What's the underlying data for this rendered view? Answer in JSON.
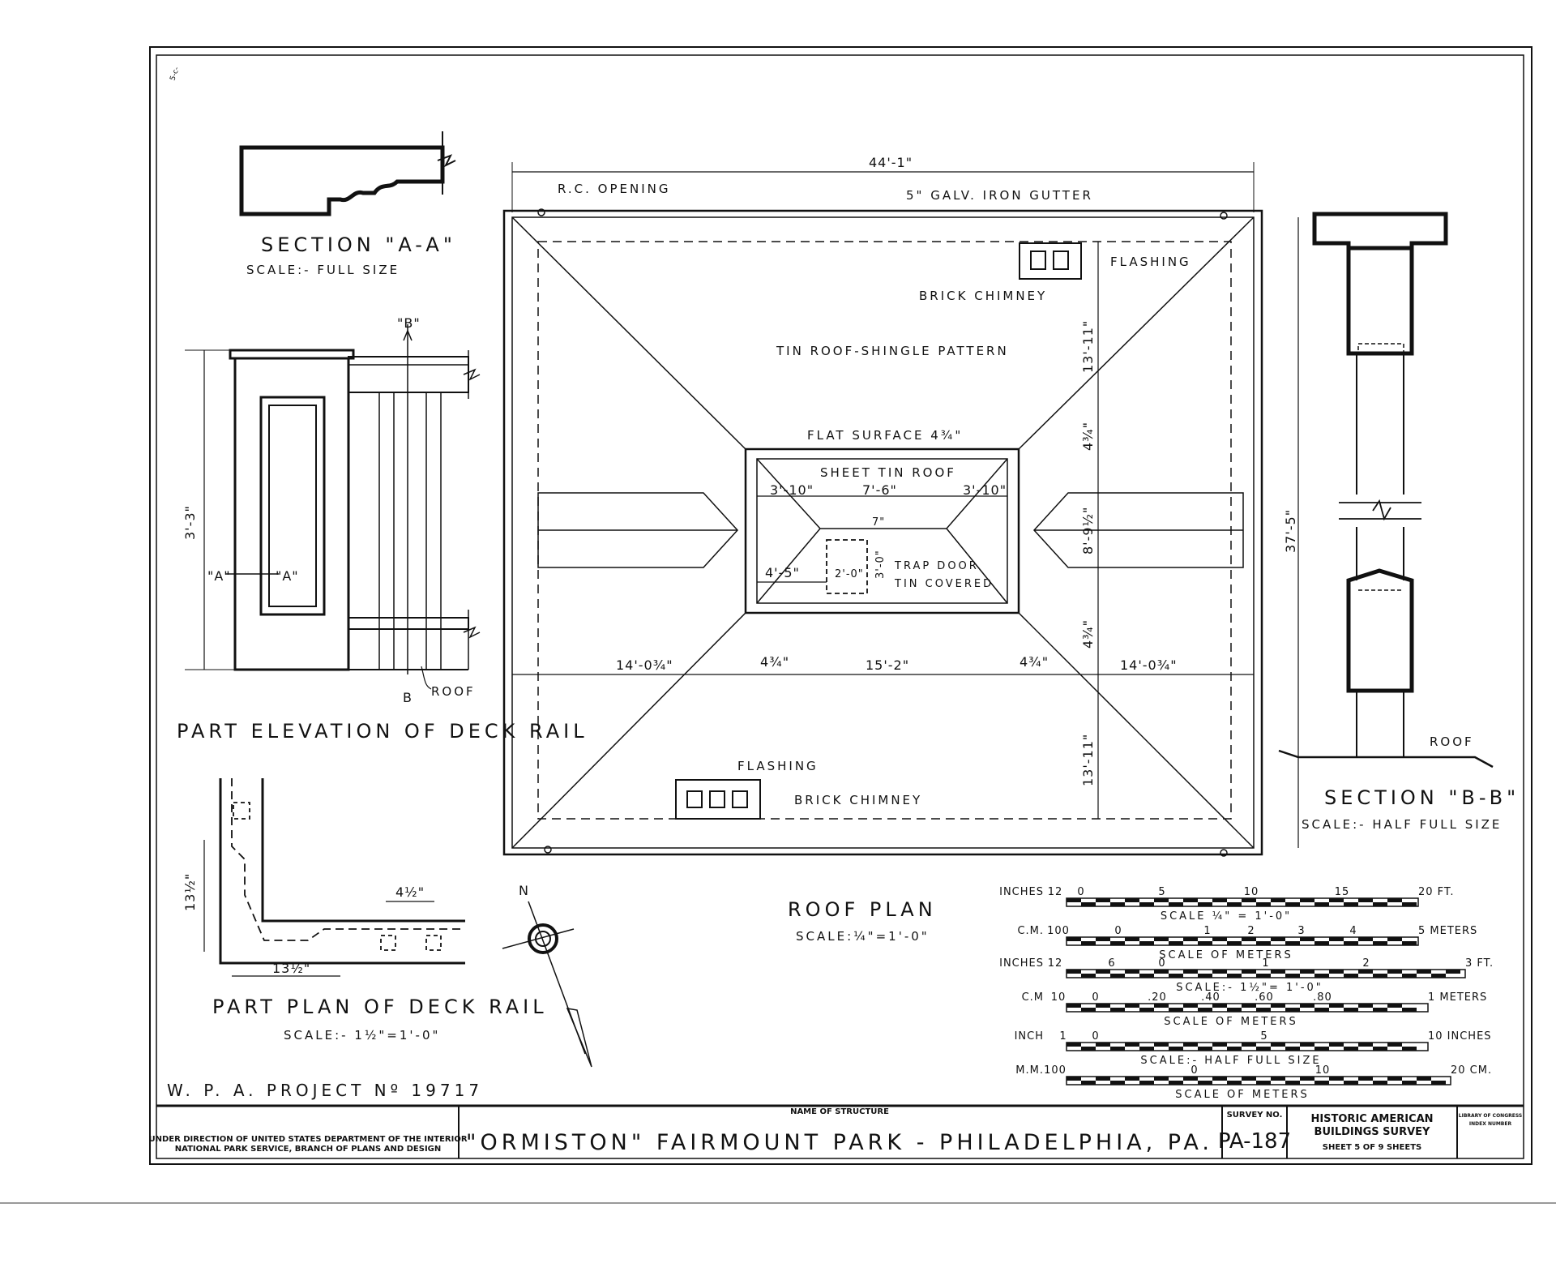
{
  "sheet": {
    "section_aa": {
      "title": "SECTION \"A-A\"",
      "scale": "SCALE:- FULL SIZE"
    },
    "deck_rail_elevation": {
      "title": "PART ELEVATION OF DECK RAIL",
      "height_dim": "3'-3\"",
      "mark_b_top": "\"B\"",
      "mark_b_bottom": "B",
      "mark_a_left": "\"A\"",
      "mark_a_right": "\"A\"",
      "roof_label": "ROOF"
    },
    "deck_rail_plan": {
      "title": "PART PLAN OF DECK RAIL",
      "scale": "SCALE:- 1½\"=1'-0\"",
      "dim_vertical": "13½\"",
      "dim_horizontal": "13½\"",
      "dim_spacing": "4½\""
    },
    "wpa_project": "W. P. A. PROJECT Nº 19717",
    "roof_plan": {
      "title": "ROOF PLAN",
      "scale": "SCALE:¼\"=1'-0\"",
      "overall_width": "44'-1\"",
      "overall_depth": "37'-5\"",
      "rc_opening": "R.C. OPENING",
      "gutter": "5\" GALV. IRON GUTTER",
      "flashing": "FLASHING",
      "brick_chimney": "BRICK CHIMNEY",
      "tin_roof": "TIN ROOF-SHINGLE PATTERN",
      "flat_surface": "FLAT SURFACE 4¾\"",
      "sheet_tin_roof": "SHEET TIN ROOF",
      "trap_door_1": "TRAP DOOR",
      "trap_door_2": "TIN COVERED",
      "dims": {
        "upper_depth": "13'-11\"",
        "lower_depth": "13'-11\"",
        "curb_top": "4¾\"",
        "curb_bottom": "4¾\"",
        "deck_depth": "8'-9½\"",
        "deck_left": "3'-10\"",
        "deck_mid": "7'-6\"",
        "deck_right": "3'-10\"",
        "trap_offset": "4'-5\"",
        "trap_width": "2'-0\"",
        "trap_depth": "3'-0\"",
        "trap_top": "7\"",
        "left_run": "14'-0¾\"",
        "curb_left": "4¾\"",
        "center_run": "15'-2\"",
        "curb_right": "4¾\"",
        "right_run": "14'-0¾\""
      }
    },
    "north_arrow": "N",
    "section_bb": {
      "title": "SECTION \"B-B\"",
      "scale": "SCALE:- HALF FULL SIZE",
      "roof_label": "ROOF"
    },
    "scales": [
      {
        "unit": "INCHES",
        "ticks": [
          "12",
          "0",
          "5",
          "10",
          "15",
          "20 FT."
        ],
        "caption": "SCALE ¼\" = 1'-0\""
      },
      {
        "unit": "C.M.",
        "ticks": [
          "100",
          "0",
          "1",
          "2",
          "3",
          "4",
          "5 METERS"
        ],
        "caption": "SCALE OF METERS"
      },
      {
        "unit": "INCHES",
        "ticks": [
          "12",
          "6",
          "0",
          "1",
          "2",
          "3 FT."
        ],
        "caption": "SCALE:- 1½\"= 1'-0\""
      },
      {
        "unit": "C.M",
        "ticks": [
          "10",
          "0",
          ".20",
          ".40",
          ".60",
          ".80",
          "1 METERS"
        ],
        "caption": "SCALE OF METERS"
      },
      {
        "unit": "INCH",
        "ticks": [
          "1",
          "0",
          "5",
          "10 INCHES"
        ],
        "caption": "SCALE:- HALF FULL SIZE"
      },
      {
        "unit": "M.M.",
        "ticks": [
          "100",
          "0",
          "10",
          "20 CM."
        ],
        "caption": "SCALE OF METERS"
      }
    ]
  },
  "title_block": {
    "agency_1": "UNDER DIRECTION OF UNITED STATES DEPARTMENT OF THE INTERIOR",
    "agency_2": "NATIONAL PARK SERVICE, BRANCH OF PLANS AND DESIGN",
    "name_label": "NAME OF STRUCTURE",
    "name": "\"ORMISTON\" FAIRMOUNT PARK - PHILADELPHIA, PA.",
    "survey_label": "SURVEY NO.",
    "survey_no": "PA-187",
    "habs_1": "HISTORIC AMERICAN",
    "habs_2": "BUILDINGS SURVEY",
    "sheet_info": "SHEET 5 OF 9 SHEETS",
    "loc_1": "LIBRARY OF CONGRESS",
    "loc_2": "INDEX NUMBER"
  }
}
